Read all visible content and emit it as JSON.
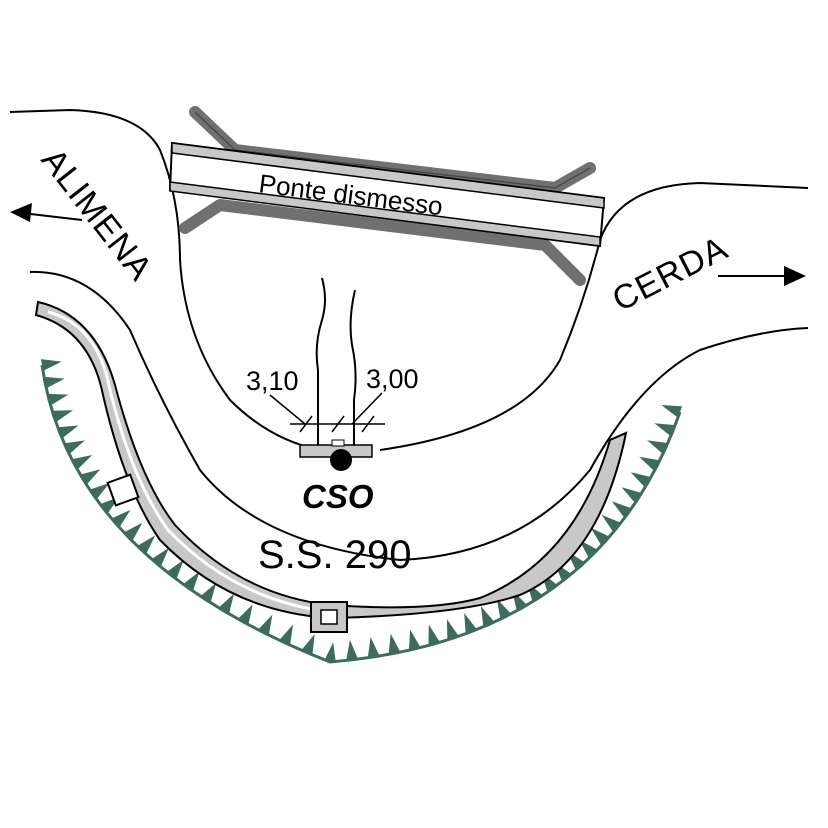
{
  "labels": {
    "left_direction": "ALIMENA",
    "right_direction": "CERDA",
    "bridge": "Ponte dismesso",
    "dim_left": "3,10",
    "dim_right": "3,00",
    "station": "CSO",
    "road": "S.S. 290"
  },
  "colors": {
    "line": "#000000",
    "bridge_fill": "#c8c8c8",
    "bridge_dark": "#707070",
    "road_fill": "#c8c8c8",
    "embankment": "#3d6b5c",
    "background": "#ffffff"
  },
  "icons": {
    "left_arrow": "arrow-left-icon",
    "right_arrow": "arrow-right-icon",
    "station_point": "filled-circle-marker"
  }
}
